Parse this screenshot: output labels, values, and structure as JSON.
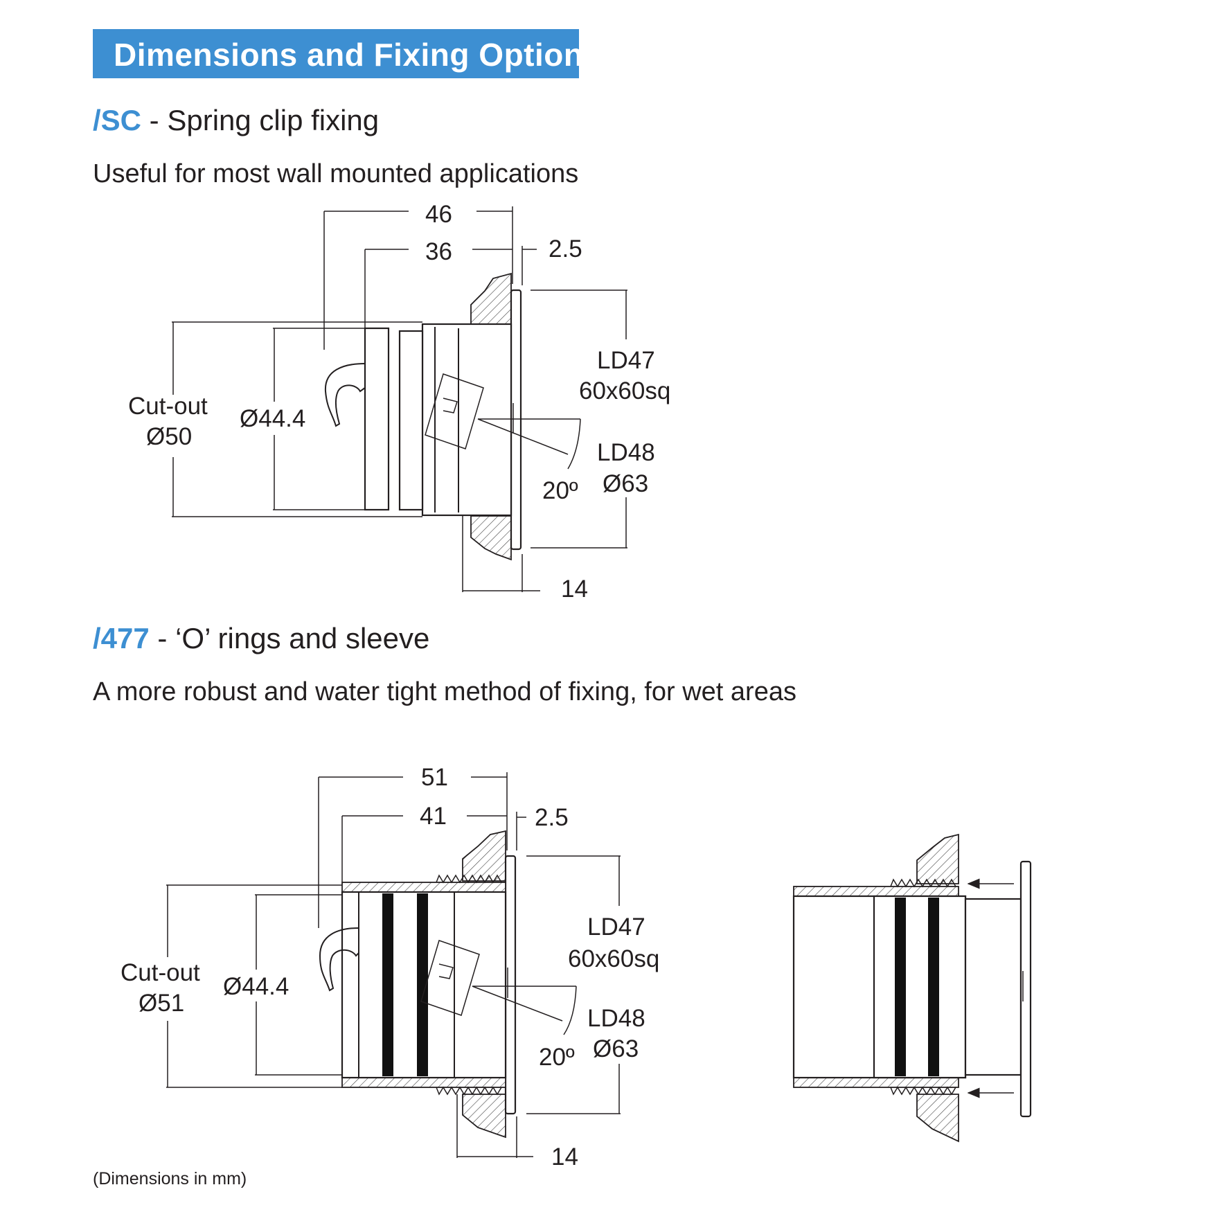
{
  "header": {
    "title": "Dimensions and Fixing Options"
  },
  "sections": [
    {
      "code": "/SC",
      "title": " - Spring clip fixing",
      "description": "Useful for most wall mounted applications",
      "dims": {
        "overall_length": "46",
        "body_length": "36",
        "flange": "2.5",
        "cutout_label": "Cut-out",
        "cutout_dia": "Ø50",
        "body_dia": "Ø44.4",
        "model_a": "LD47",
        "model_a_size": "60x60sq",
        "model_b": "LD48",
        "model_b_size": "Ø63",
        "angle": "20º",
        "depth": "14"
      }
    },
    {
      "code": "/477",
      "title": " - ‘O’ rings and sleeve",
      "description": "A more robust and water tight method of fixing, for wet areas",
      "dims": {
        "overall_length": "51",
        "body_length": "41",
        "flange": "2.5",
        "cutout_label": "Cut-out",
        "cutout_dia": "Ø51",
        "body_dia": "Ø44.4",
        "model_a": "LD47",
        "model_a_size": "60x60sq",
        "model_b": "LD48",
        "model_b_size": "Ø63",
        "angle": "20º",
        "depth": "14"
      }
    }
  ],
  "footnote": "(Dimensions in mm)"
}
